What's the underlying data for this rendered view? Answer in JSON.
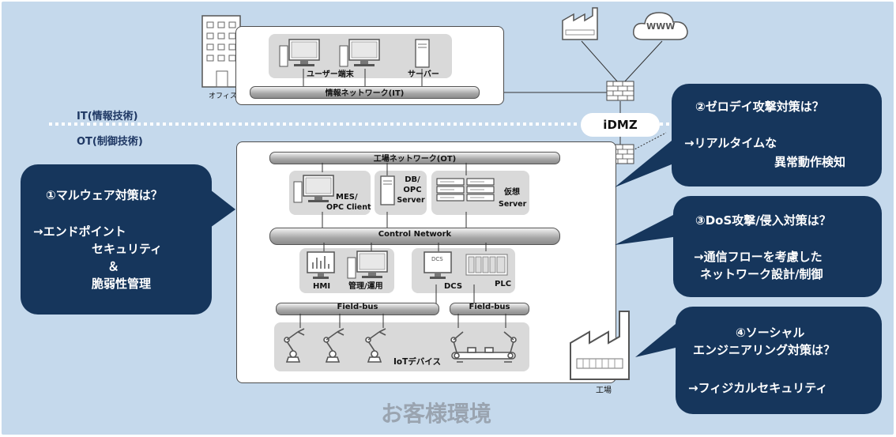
{
  "labels": {
    "office": "オフィス",
    "user_terminal": "ユーザー端末",
    "server": "サーバー",
    "it_network": "情報ネットワーク(IT)",
    "it_zone": "IT(情報技術)",
    "ot_zone": "OT(制御技術)",
    "idmz": "iDMZ",
    "www": "WWW",
    "factory_network": "工場ネットワーク(OT)",
    "mes": "MES/",
    "opc_client": "OPC Client",
    "db": "DB/",
    "opc": "OPC",
    "server_en": "Server",
    "virtual": "仮想",
    "virtual_server": "Server",
    "control_network": "Control Network",
    "hmi": "HMI",
    "ops": "管理/運用",
    "dcs_icon": "DCS",
    "dcs": "DCS",
    "plc": "PLC",
    "fieldbus1": "Field-bus",
    "fieldbus2": "Field-bus",
    "iot": "IoTデバイス",
    "factory": "工場",
    "customer_env": "お客様環境"
  },
  "bubbles": {
    "b1": {
      "title": "①マルウェア対策は？",
      "l1": "→エンドポイント",
      "l2": "セキュリティ",
      "l3": "＆",
      "l4": "脆弱性管理"
    },
    "b2": {
      "title": "②ゼロデイ攻撃対策は？",
      "l1": "→リアルタイムな",
      "l2": "異常動作検知"
    },
    "b3": {
      "title": "③DoS攻撃/侵入対策は？",
      "l1": "→通信フローを考慮した",
      "l2": "ネットワーク設計/制御"
    },
    "b4": {
      "title": "④ソーシャル",
      "l1": "エンジニアリング対策は？",
      "l2": "→フィジカルセキュリティ"
    }
  },
  "colors": {
    "bubble": "#16365c",
    "background": "#c5d9ec",
    "zone_text": "#1f3864"
  }
}
